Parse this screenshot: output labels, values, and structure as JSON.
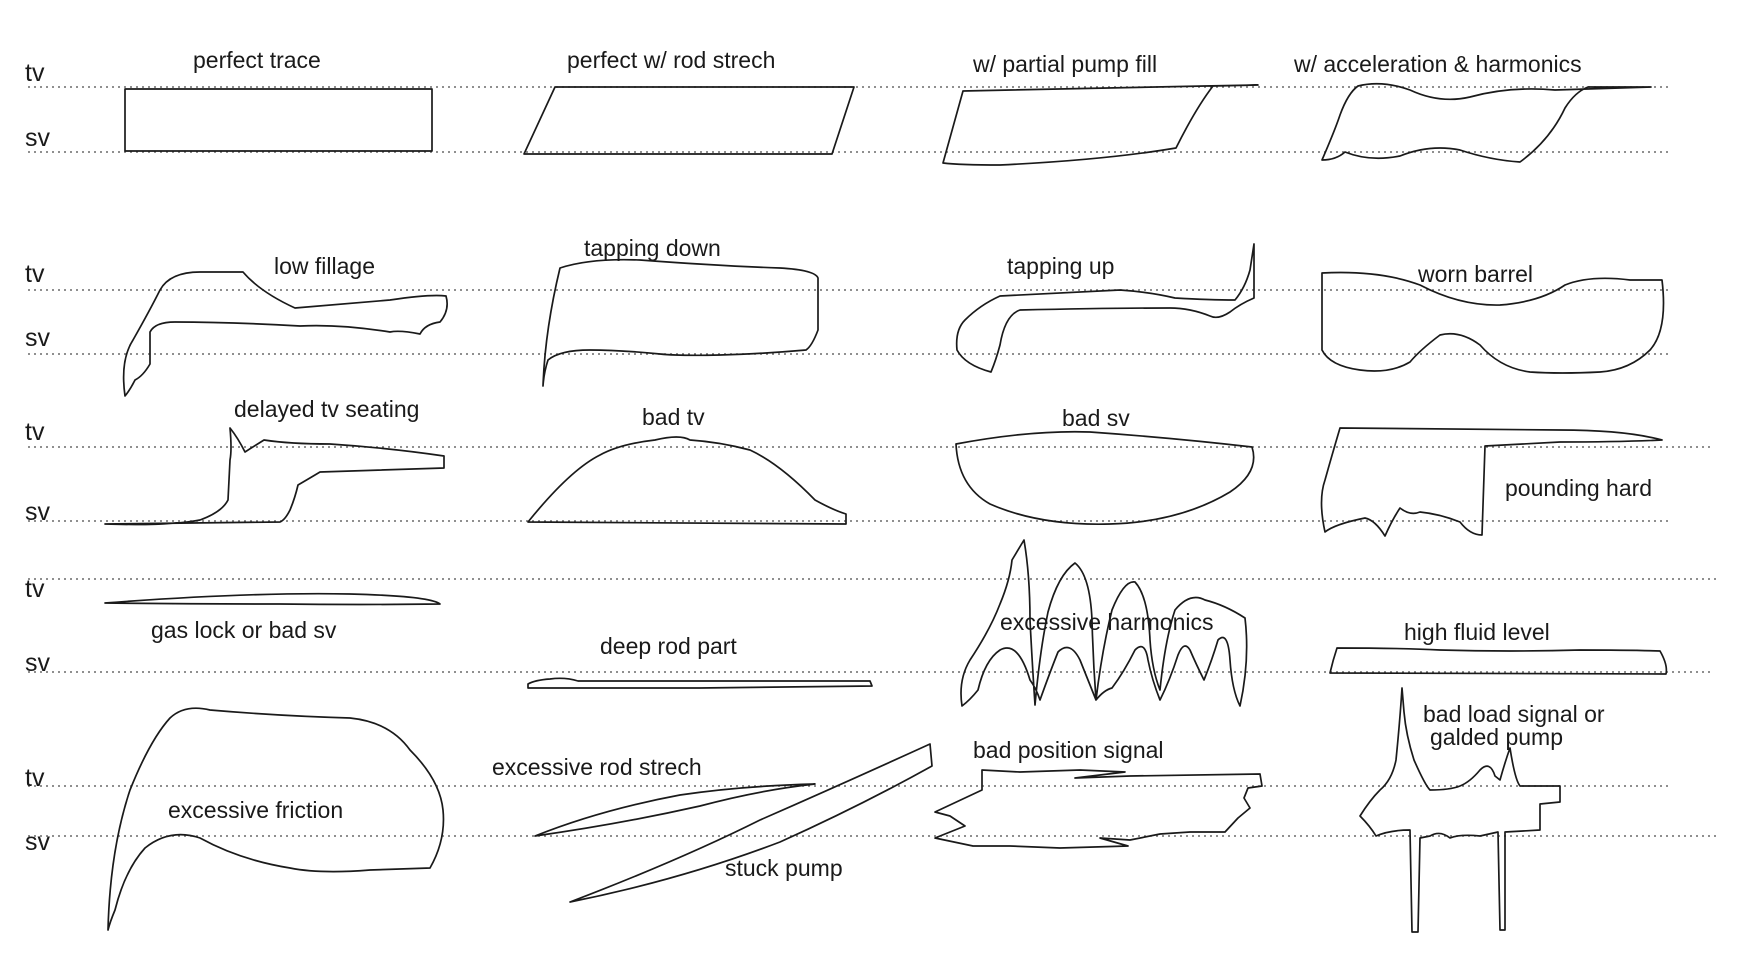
{
  "axis_labels": {
    "tv": "tv",
    "sv": "sv"
  },
  "panels": [
    {
      "name": "perfect-trace",
      "label": "perfect trace"
    },
    {
      "name": "perfect-rod-stretch",
      "label": "perfect w/ rod strech"
    },
    {
      "name": "partial-pump-fill",
      "label": "w/ partial pump fill"
    },
    {
      "name": "acceleration-harmonics",
      "label": "w/ acceleration & harmonics"
    },
    {
      "name": "low-fillage",
      "label": "low fillage"
    },
    {
      "name": "tapping-down",
      "label": "tapping down"
    },
    {
      "name": "tapping-up",
      "label": "tapping up"
    },
    {
      "name": "worn-barrel",
      "label": "worn barrel"
    },
    {
      "name": "delayed-tv-seating",
      "label": "delayed tv seating"
    },
    {
      "name": "bad-tv",
      "label": "bad tv"
    },
    {
      "name": "bad-sv",
      "label": "bad sv"
    },
    {
      "name": "pounding-hard",
      "label": "pounding hard"
    },
    {
      "name": "gas-lock",
      "label": "gas lock or bad sv"
    },
    {
      "name": "deep-rod-part",
      "label": "deep rod part"
    },
    {
      "name": "excessive-harmonics",
      "label": "excessive harmonics"
    },
    {
      "name": "high-fluid-level",
      "label": "high fluid level"
    },
    {
      "name": "excessive-friction",
      "label": "excessive friction"
    },
    {
      "name": "excessive-rod-stretch",
      "label": "excessive rod strech"
    },
    {
      "name": "stuck-pump",
      "label": "stuck pump"
    },
    {
      "name": "bad-position-signal",
      "label": "bad position signal"
    },
    {
      "name": "bad-load-signal-line1",
      "label": "bad load signal or"
    },
    {
      "name": "bad-load-signal-line2",
      "label": "galded pump"
    }
  ]
}
